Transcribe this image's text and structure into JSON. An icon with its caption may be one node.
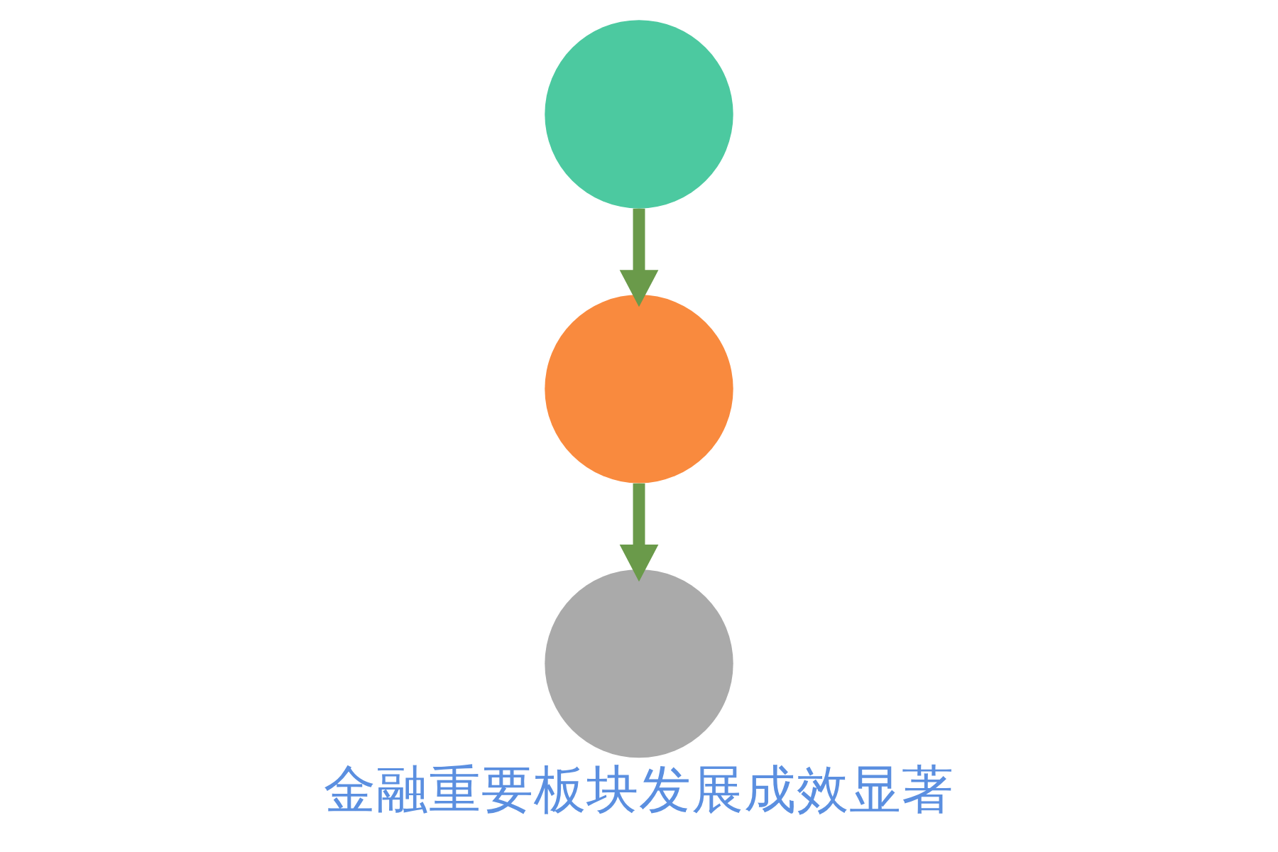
{
  "diagram": {
    "caption": "金融重要板块发展成效显著",
    "nodes": [
      {
        "text": [],
        "shape": "circle"
      },
      {
        "text": [],
        "shape": "circle"
      },
      {
        "text": [],
        "shape": "circle"
      }
    ],
    "edges": [
      {
        "from": 0,
        "to": 1,
        "arrow": "to"
      },
      {
        "from": 1,
        "to": 2,
        "arrow": "to"
      }
    ]
  }
}
